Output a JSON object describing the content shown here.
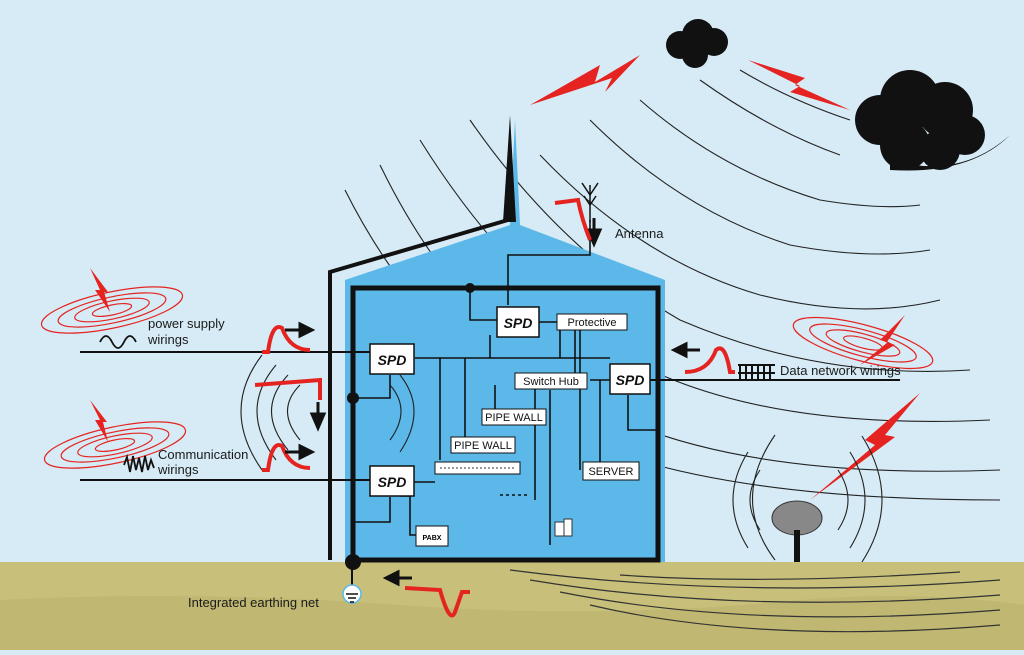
{
  "labels": {
    "antenna": "Antenna",
    "power_line1": "power supply",
    "power_line2": "wirings",
    "comm_line1": "Communication",
    "comm_line2": "wirings",
    "data_network": "Data network wirings",
    "earthing": "Integrated earthing net"
  },
  "spd_label": "SPD",
  "equipment": {
    "protective": "Protective",
    "switch_hub": "Switch Hub",
    "pipe_wall_1": "PIPE WALL",
    "pipe_wall_2": "PIPE WALL",
    "server": "SERVER",
    "pabx": "PABX"
  },
  "colors": {
    "sky": "#d6ebf5",
    "building": "#5bb8e8",
    "ground": "#c8c07a",
    "lightning": "#e52421",
    "wire": "#111111"
  }
}
